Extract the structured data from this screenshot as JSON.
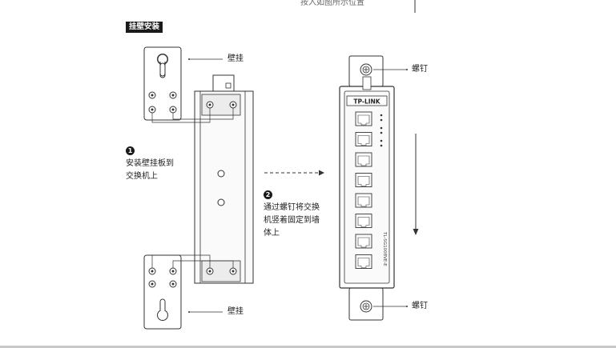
{
  "top_cutoff_text": "按入如图所示位置",
  "section_heading": "挂壁安装",
  "labels": {
    "wall_plate_top": "壁挂",
    "wall_plate_bottom": "壁挂",
    "screw_top": "螺钉",
    "screw_bottom": "螺钉"
  },
  "steps": [
    {
      "number": "1",
      "lines": [
        "安装壁挂板到",
        "交换机上"
      ]
    },
    {
      "number": "2",
      "lines": [
        "通过螺钉将交换",
        "机竖着固定到墙",
        "体上"
      ]
    }
  ],
  "device": {
    "brand": "TP-LINK",
    "model": "TL-SG1008VE-E"
  },
  "colors": {
    "line": "#333333",
    "metal_fill": "#ececec",
    "port_fill": "#ffffff"
  }
}
